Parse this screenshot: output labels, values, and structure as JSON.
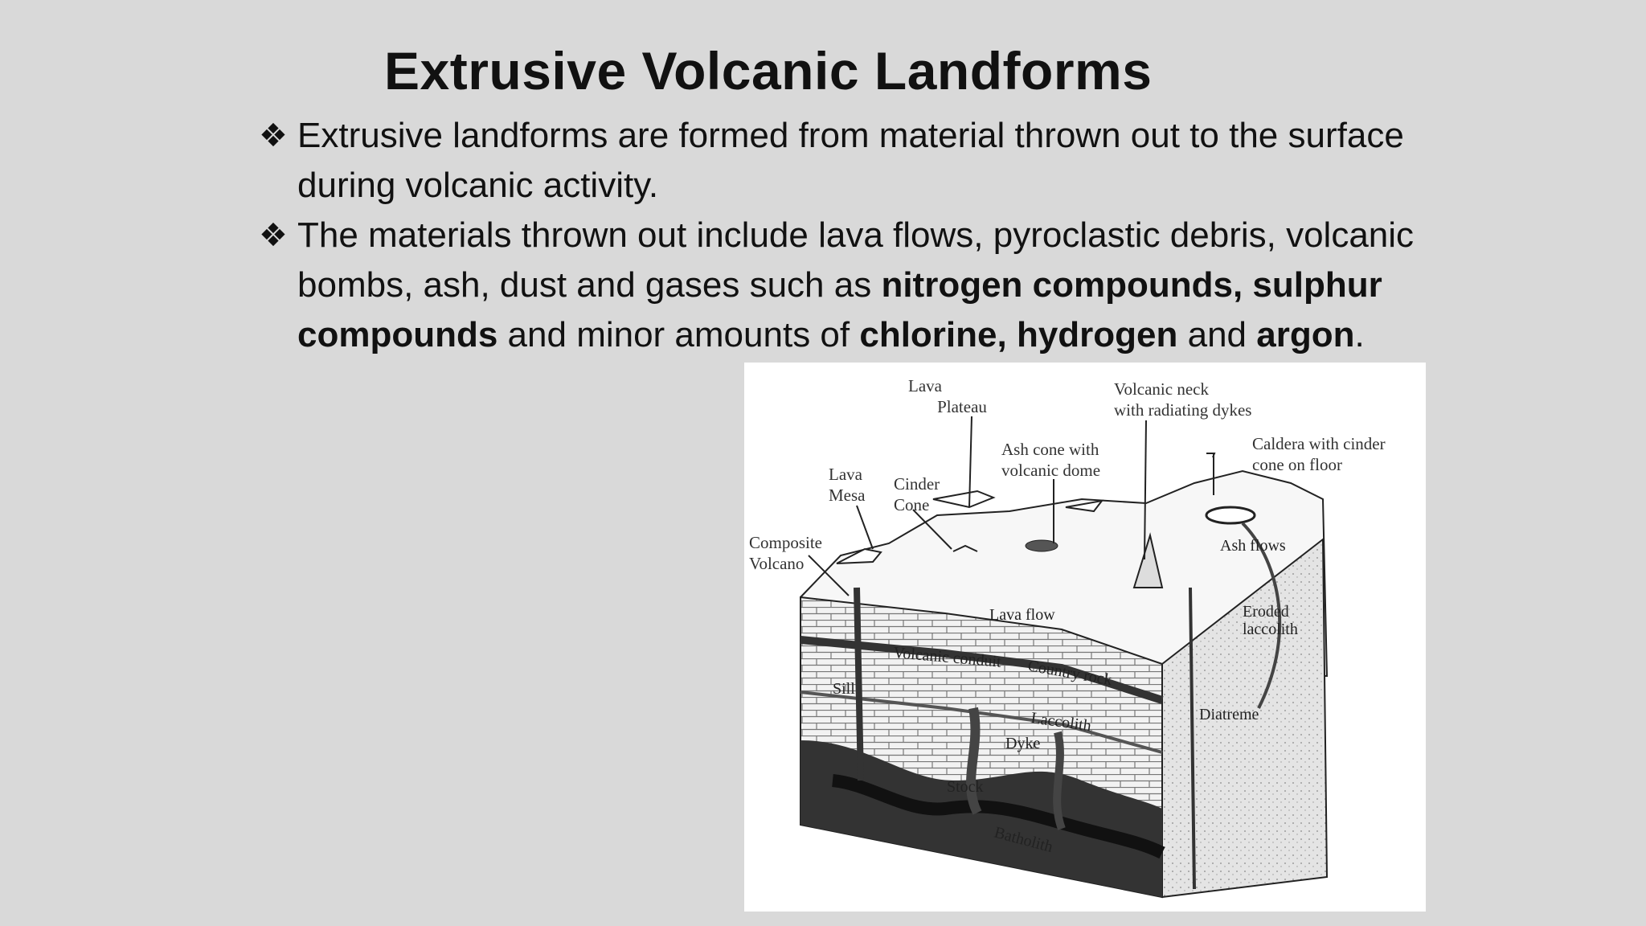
{
  "slide": {
    "title": "Extrusive Volcanic Landforms",
    "bullet_marker": "❖",
    "bullets": [
      {
        "t1": "Extrusive landforms are formed from material thrown out to the surface during volcanic activity."
      },
      {
        "t1": "The materials thrown out include lava flows, pyroclastic debris, volcanic bombs, ash, dust and gases such as ",
        "b1": "nitrogen compounds, sulphur compounds",
        "t2": " and minor amounts of ",
        "b2": "chlorine, hydrogen",
        "t3": " and ",
        "b3": "argon",
        "t4": "."
      }
    ]
  },
  "diagram": {
    "labels": {
      "lava_plateau": [
        "Lava",
        "Plateau"
      ],
      "volcanic_neck": [
        "Volcanic neck",
        "with radiating dykes"
      ],
      "ash_cone": [
        "Ash cone with",
        "volcanic dome"
      ],
      "caldera": [
        "Caldera with cinder",
        "cone on floor"
      ],
      "lava_mesa": [
        "Lava",
        "Mesa"
      ],
      "cinder_cone": [
        "Cinder",
        "Cone"
      ],
      "composite_volcano": [
        "Composite",
        "Volcano"
      ],
      "ash_flows": "Ash flows",
      "lava_flow": "Lava flow",
      "eroded_laccolith": [
        "Eroded",
        "laccolith"
      ],
      "volcanic_conduit": "Volcanic conduit",
      "country_rock": "Country rock",
      "sill": "Sill",
      "laccolith": "Laccolith",
      "diatreme": "Diatreme",
      "dyke": "Dyke",
      "stock": "Stock",
      "batholith": "Batholith"
    }
  }
}
